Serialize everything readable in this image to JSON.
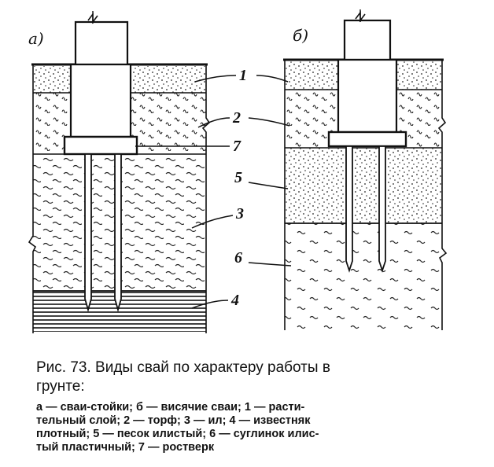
{
  "figure": {
    "panel_a_label": "а)",
    "panel_b_label": "б)",
    "labels": [
      "1",
      "2",
      "7",
      "5",
      "3",
      "6",
      "4"
    ]
  },
  "caption": {
    "title_line1": "Рис. 73. Виды  свай по характеру  работы  в",
    "title_line2": "грунте:",
    "legend_line1": "а — сваи-стойки; б — висячие сваи;   1 — расти-",
    "legend_line2": "тельный слой; 2 — торф; 3 — ил; 4 — известняк",
    "legend_line3": "плотный; 5 — песок илистый; 6 — суглинок илис-",
    "legend_line4": "тый пластичный; 7 — ростверк"
  }
}
